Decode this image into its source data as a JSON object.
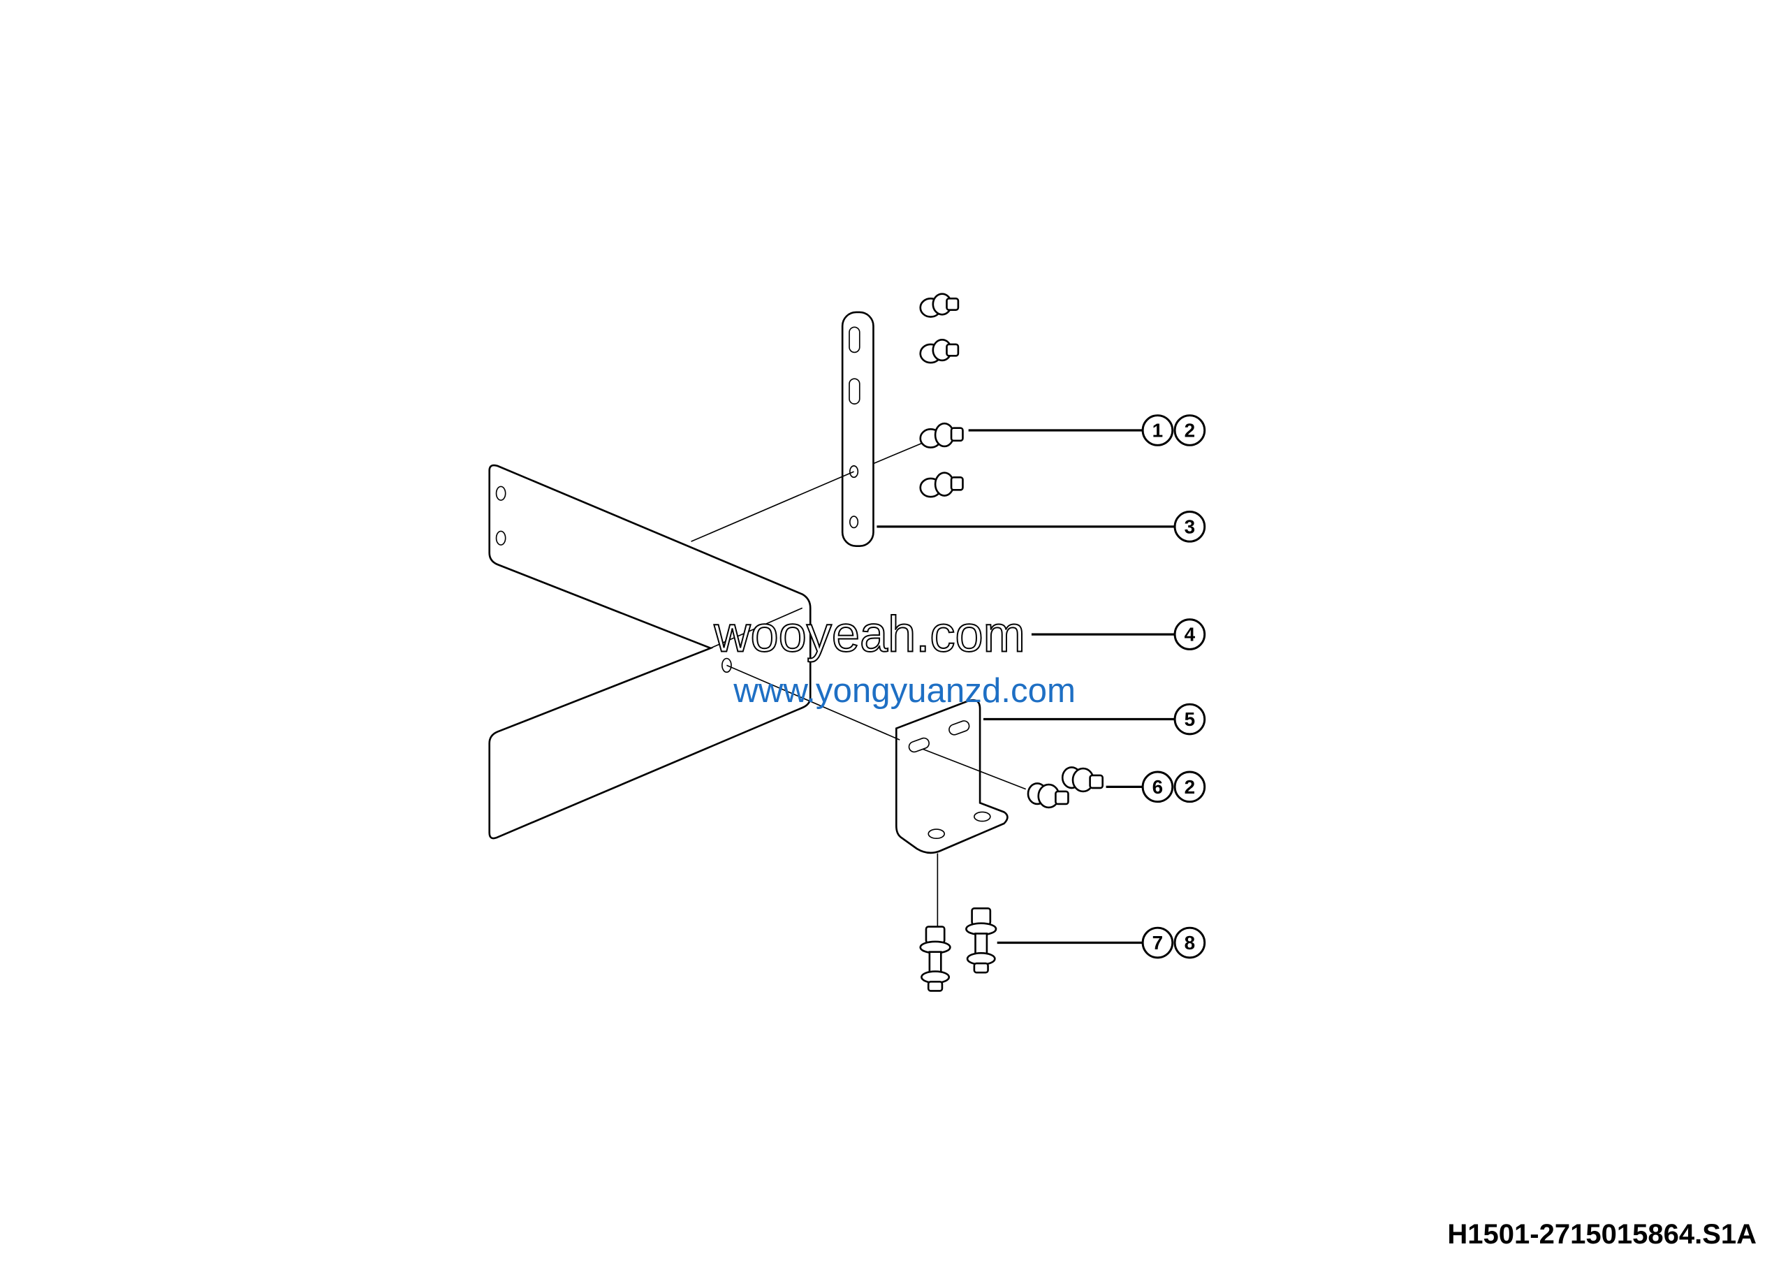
{
  "drawing_code": "H1501-2715015864.S1A",
  "callouts": [
    {
      "numbers": [
        "1",
        "2"
      ]
    },
    {
      "numbers": [
        "3"
      ]
    },
    {
      "numbers": [
        "4"
      ]
    },
    {
      "numbers": [
        "5"
      ]
    },
    {
      "numbers": [
        "6",
        "2"
      ]
    },
    {
      "numbers": [
        "7",
        "8"
      ]
    }
  ],
  "watermarks": [
    "wooyeah.com",
    "www.yongyuanzd.com"
  ]
}
